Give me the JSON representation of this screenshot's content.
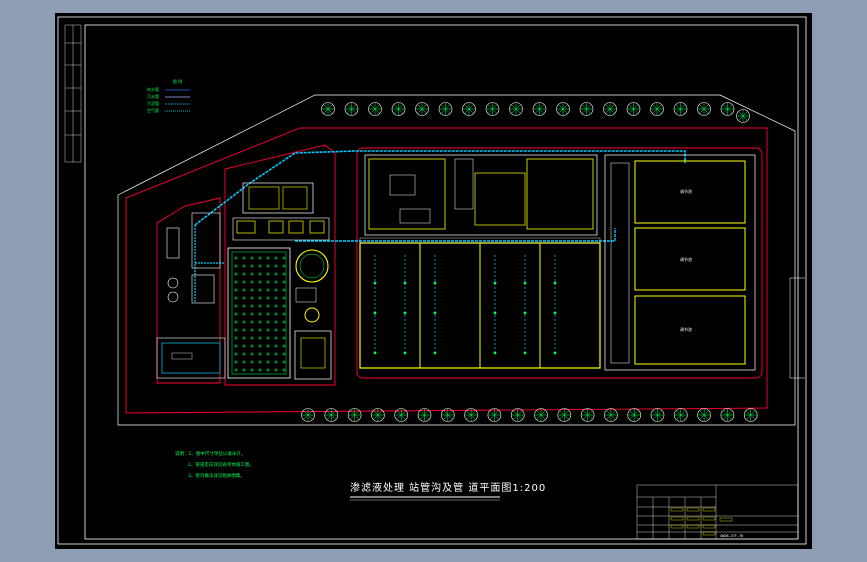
{
  "drawing": {
    "title": "渗滤液处理 站管沟及管 道平面图1:200",
    "legend": {
      "heading": "图 例",
      "items": [
        "给水管",
        "污水管",
        "污泥管",
        "空气管"
      ]
    },
    "notes": [
      "说明：1、图中尺寸单位以毫米计。",
      "2、管道走向详见各单体施工图。",
      "3、管沟做法详见相关图集。"
    ],
    "tank_label": "调节池"
  },
  "title_block": {
    "drawing_no": "SW2B-37F-76"
  },
  "colors": {
    "background": "#000000",
    "app_frame": "#8d9db4",
    "site_boundary": "#ff0033",
    "building": "#ffff00",
    "pipe": "#00ccff",
    "tree": "#ffffff",
    "text": "#00ff55"
  }
}
